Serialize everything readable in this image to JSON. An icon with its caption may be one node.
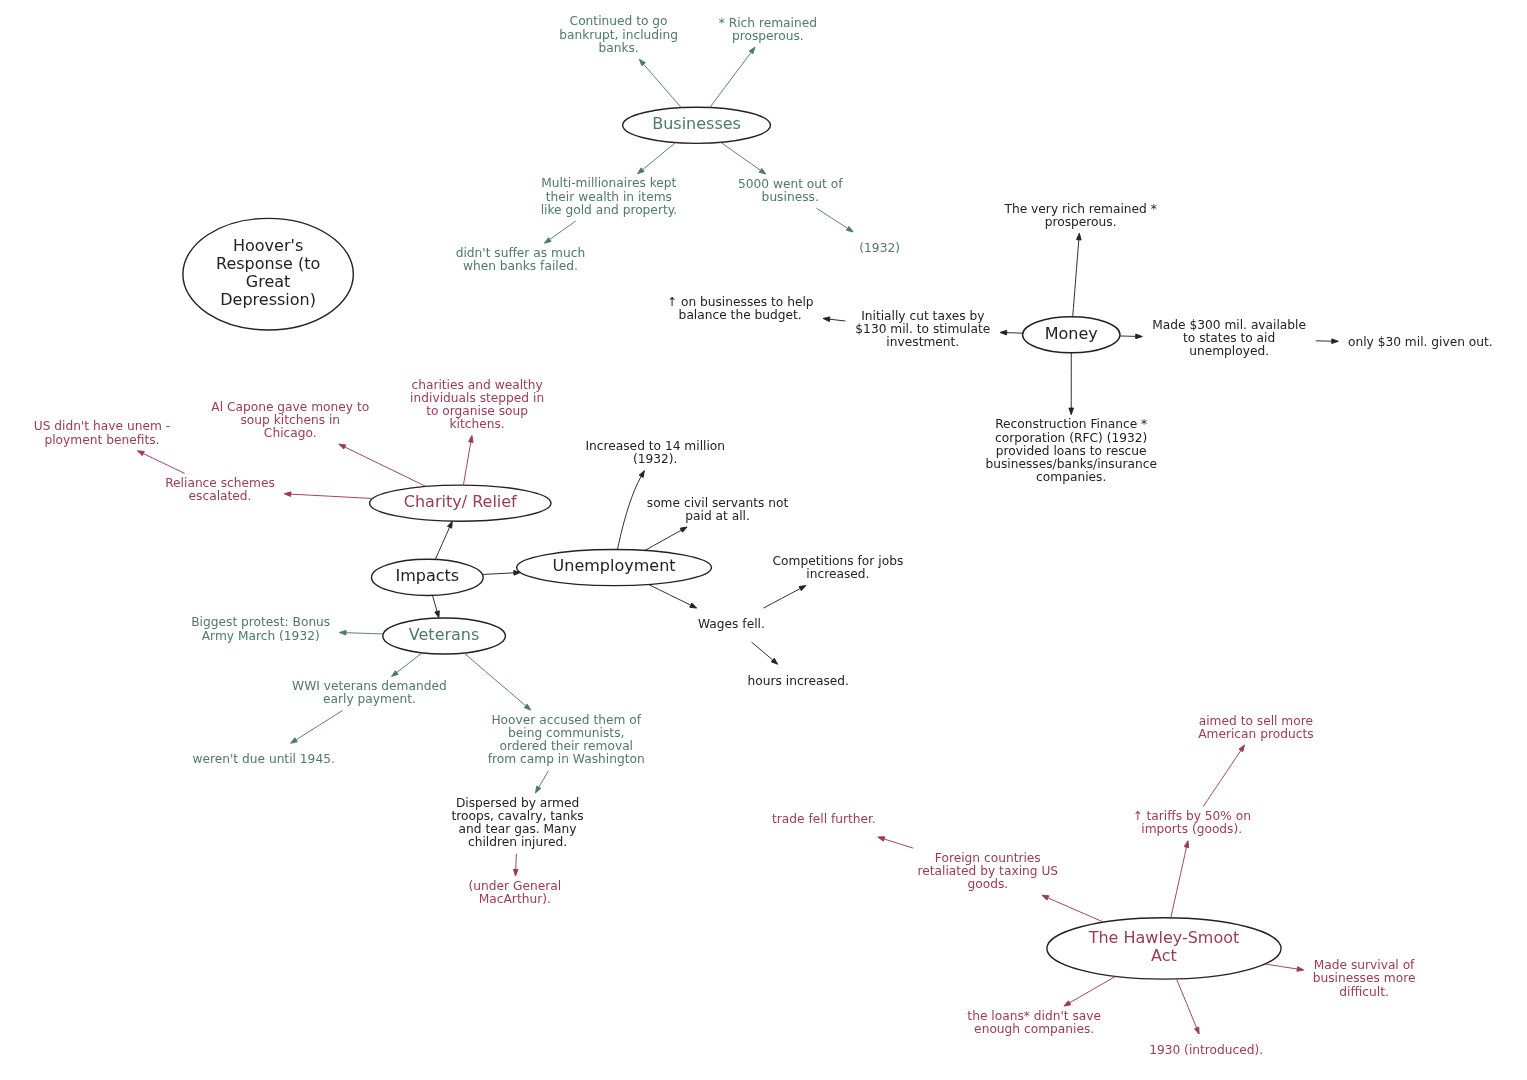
{
  "diagram": {
    "nodes": [
      {
        "text": [
          "Made $300 mil. available to states to aid unemployed."
        ]
      },
      {
        "text": [
          "only $30 mil. given out."
        ]
      },
      {
        "text": [
          "Initially cut taxes by $130 mil. to stimulate investment."
        ]
      },
      {
        "text": [
          "↑ on businesses to help balance the budget."
        ]
      },
      {
        "text": [
          "trade fell further."
        ]
      },
      {
        "text": [
          "Money"
        ]
      },
      {
        "text": [
          "Foreign countries retaliated by taxing US goods."
        ]
      },
      {
        "text": [
          "1930 (introduced)."
        ]
      },
      {
        "text": [
          "↑ tariffs by 50% on imports (goods)."
        ]
      },
      {
        "text": [
          "Made survival of businesses more difficult."
        ]
      },
      {
        "text": [
          "The Hawley-Smoot Act"
        ]
      },
      {
        "text": [
          "The very rich remained * prosperous."
        ]
      },
      {
        "text": [
          "Reconstruction Finance * corporation (RFC) (1932) provided loans to rescue businesses/banks/insurance companies."
        ]
      },
      {
        "text": [
          "Dispersed by armed troops, cavalry, tanks and tear gas. Many children injured."
        ]
      },
      {
        "text": [
          "(under General MacArthur)."
        ]
      },
      {
        "text": [
          "the loans* didn't save enough companies."
        ]
      },
      {
        "text": [
          "aimed to sell more American products"
        ]
      },
      {
        "text": [
          "Hoover's Response (to Great Depression)"
        ]
      },
      {
        "text": [
          "Hoover accused them of being communists, ordered their removal from camp in Washington"
        ]
      },
      {
        "text": [
          "weren't due until 1945."
        ]
      },
      {
        "text": [
          "Continued to go bankrupt, including banks."
        ]
      },
      {
        "text": [
          "5000 went out of business."
        ]
      },
      {
        "text": [
          "(1932)"
        ]
      },
      {
        "text": [
          "Businesses"
        ]
      },
      {
        "text": [
          "* Rich remained prosperous."
        ]
      },
      {
        "text": [
          "charities and wealthy individuals stepped in to organise soup kitchens."
        ]
      },
      {
        "text": [
          "Biggest protest: Bonus Army March (1932)"
        ]
      },
      {
        "text": [
          "Veterans"
        ]
      },
      {
        "text": [
          "WWI veterans demanded early payment."
        ]
      },
      {
        "text": [
          "Reliance schemes escalated."
        ]
      },
      {
        "text": [
          "Charity/ Relief"
        ]
      },
      {
        "text": [
          "Impacts"
        ]
      },
      {
        "text": [
          "Multi-millionaires kept their wealth in items like gold and property."
        ]
      },
      {
        "text": [
          "didn't suffer as much when banks failed."
        ]
      },
      {
        "text": [
          "US didn't have unem - ployment benefits."
        ]
      },
      {
        "text": [
          "hours increased."
        ]
      },
      {
        "text": [
          "some civil servants not paid at all."
        ]
      },
      {
        "text": [
          "Al Capone gave money to soup kitchens in Chicago."
        ]
      },
      {
        "text": [
          "Unemployment"
        ]
      },
      {
        "text": [
          "Wages fell."
        ]
      },
      {
        "text": [
          "Competitions for jobs increased."
        ]
      },
      {
        "text": [
          "Increased to 14 million (1932)."
        ]
      }
    ],
    "edges": [
      {
        "from": 5,
        "to": 0,
        "arrow": "to"
      },
      {
        "from": 0,
        "to": 1,
        "arrow": "to"
      },
      {
        "from": 5,
        "to": 2,
        "arrow": "to"
      },
      {
        "from": 2,
        "to": 3,
        "arrow": "to"
      },
      {
        "from": 5,
        "to": 11,
        "arrow": "to"
      },
      {
        "from": 5,
        "to": 12,
        "arrow": "to"
      },
      {
        "from": 6,
        "to": 4,
        "arrow": "to",
        "color": "#9b3a55"
      },
      {
        "from": 10,
        "to": 6,
        "arrow": "to",
        "color": "#9b3a55"
      },
      {
        "from": 10,
        "to": 7,
        "arrow": "to",
        "color": "#9b3a55"
      },
      {
        "from": 10,
        "to": 8,
        "arrow": "to",
        "color": "#9b3a55"
      },
      {
        "from": 10,
        "to": 9,
        "arrow": "to",
        "color": "#9b3a55"
      },
      {
        "from": 10,
        "to": 15,
        "arrow": "to",
        "color": "#9b3a55"
      },
      {
        "from": 8,
        "to": 16,
        "arrow": "to",
        "color": "#9b3a55"
      },
      {
        "from": 13,
        "to": 14,
        "arrow": "to",
        "color": "#9b3a55"
      },
      {
        "from": 18,
        "to": 13,
        "arrow": "to",
        "color": "#4e7a66"
      },
      {
        "from": 23,
        "to": 20,
        "arrow": "to",
        "color": "#4e7a66"
      },
      {
        "from": 23,
        "to": 21,
        "arrow": "to",
        "color": "#4e7a66"
      },
      {
        "from": 21,
        "to": 22,
        "arrow": "to",
        "color": "#4e7a66"
      },
      {
        "from": 23,
        "to": 24,
        "arrow": "to",
        "color": "#4e7a66"
      },
      {
        "from": 23,
        "to": 32,
        "arrow": "to",
        "color": "#4e7a66"
      },
      {
        "from": 32,
        "to": 33,
        "arrow": "to",
        "color": "#4e7a66"
      },
      {
        "from": 31,
        "to": 30,
        "arrow": "to"
      },
      {
        "from": 31,
        "to": 27,
        "arrow": "to"
      },
      {
        "from": 31,
        "to": 38,
        "arrow": "to"
      },
      {
        "from": 30,
        "to": 25,
        "arrow": "to",
        "color": "#9b3a55"
      },
      {
        "from": 30,
        "to": 29,
        "arrow": "to",
        "color": "#9b3a55"
      },
      {
        "from": 29,
        "to": 34,
        "arrow": "to",
        "color": "#9b3a55"
      },
      {
        "from": 30,
        "to": 37,
        "arrow": "to",
        "color": "#9b3a55"
      },
      {
        "from": 27,
        "to": 26,
        "arrow": "to",
        "color": "#4e7a66"
      },
      {
        "from": 27,
        "to": 18,
        "arrow": "to",
        "color": "#4e7a66"
      },
      {
        "from": 27,
        "to": 28,
        "arrow": "to",
        "color": "#4e7a66"
      },
      {
        "from": 28,
        "to": 19,
        "arrow": "to",
        "color": "#4e7a66"
      },
      {
        "from": 38,
        "to": 36,
        "arrow": "to"
      },
      {
        "from": 38,
        "to": 39,
        "arrow": "to"
      },
      {
        "from": 39,
        "to": 35,
        "arrow": "to"
      },
      {
        "from": 39,
        "to": 40,
        "arrow": "to"
      },
      {
        "from": 38,
        "to": 41,
        "arrow": "to"
      }
    ]
  }
}
